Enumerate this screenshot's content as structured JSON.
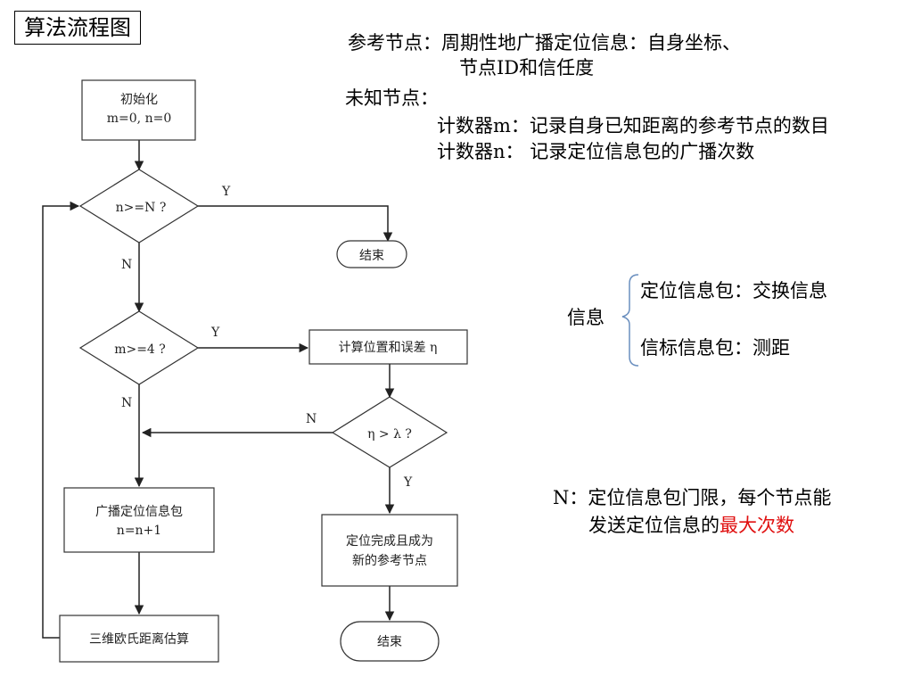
{
  "title": "算法流程图",
  "nodes": {
    "init": [
      "初始化",
      "m=0, n=0"
    ],
    "cond_n": "n>=N ?",
    "end1": "结束",
    "cond_m": "m>=4 ?",
    "compute": "计算位置和误差 η",
    "cond_eta": "η > λ ?",
    "broadcast": [
      "广播定位信息包",
      "n=n+1"
    ],
    "done": [
      "定位完成且成为",
      "新的参考节点"
    ],
    "euclid": "三维欧氏距离估算",
    "end2": "结束"
  },
  "edge_labels": {
    "yes": "Y",
    "no": "N"
  },
  "notes": {
    "ref_line1": "参考节点：周期性地广播定位信息：自身坐标、",
    "ref_line2": "节点ID和信任度",
    "unknown": "未知节点：",
    "counter_m": "计数器m：记录自身已知距离的参考节点的数目",
    "counter_n": "计数器n：  记录定位信息包的广播次数",
    "info": "信息",
    "info_item1": "定位信息包：交换信息",
    "info_item2": "信标信息包：测距",
    "n_line1": "N：定位信息包门限，每个节点能",
    "n_line2_prefix": "发送定位信息的",
    "n_line2_highlight": "最大次数"
  },
  "colors": {
    "highlight": "#e01010",
    "brace": "#6a8fbf",
    "line": "#222222"
  }
}
